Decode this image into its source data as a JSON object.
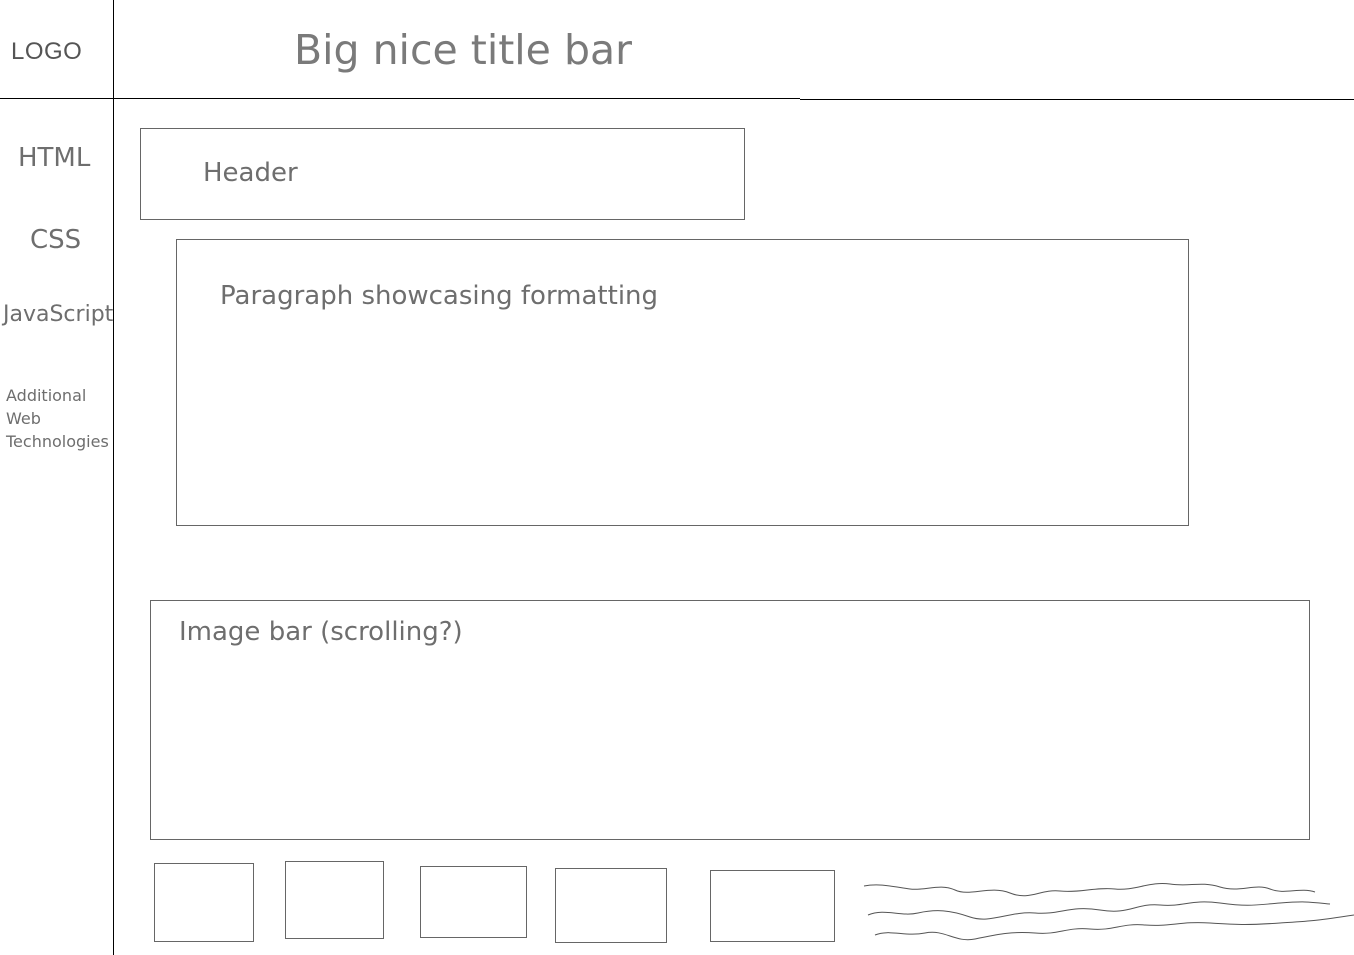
{
  "logo": {
    "text": "LOGO"
  },
  "title_bar": {
    "text": "Big nice title bar"
  },
  "sidebar": {
    "items": [
      {
        "label": "HTML"
      },
      {
        "label": "CSS"
      },
      {
        "label": "JavaScript"
      },
      {
        "label": "Additional\nWeb\nTechnologies"
      }
    ]
  },
  "main": {
    "header": {
      "label": "Header"
    },
    "paragraph": {
      "label": "Paragraph showcasing formatting"
    },
    "image_bar": {
      "label": "Image bar (scrolling?)"
    }
  }
}
